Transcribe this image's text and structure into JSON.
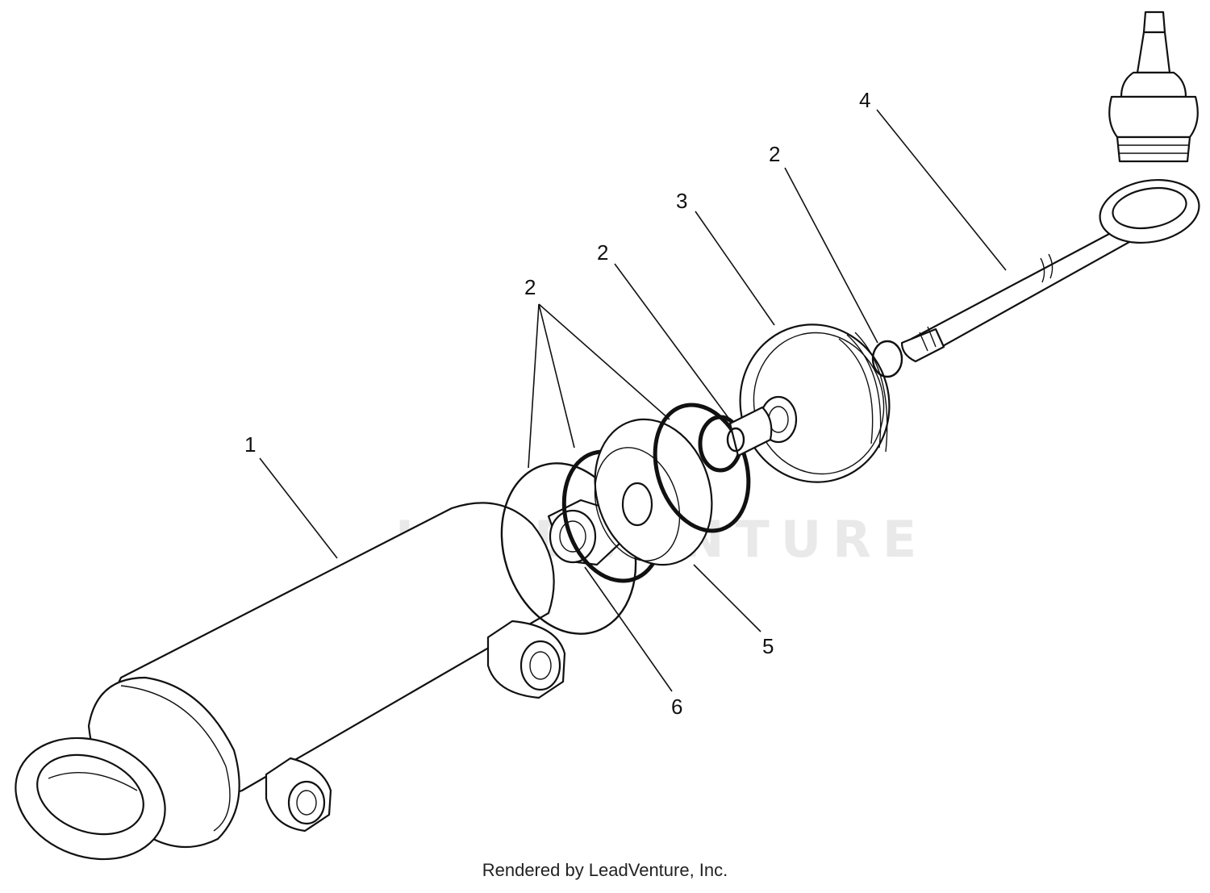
{
  "watermark": {
    "text": "LEADVENTURE"
  },
  "callouts": {
    "part1": "1",
    "part2_left": "2",
    "part2_center": "2",
    "part2_right": "2",
    "part3": "3",
    "part4": "4",
    "part5": "5",
    "part6": "6"
  },
  "footer": {
    "credit": "Rendered by LeadVenture, Inc."
  }
}
